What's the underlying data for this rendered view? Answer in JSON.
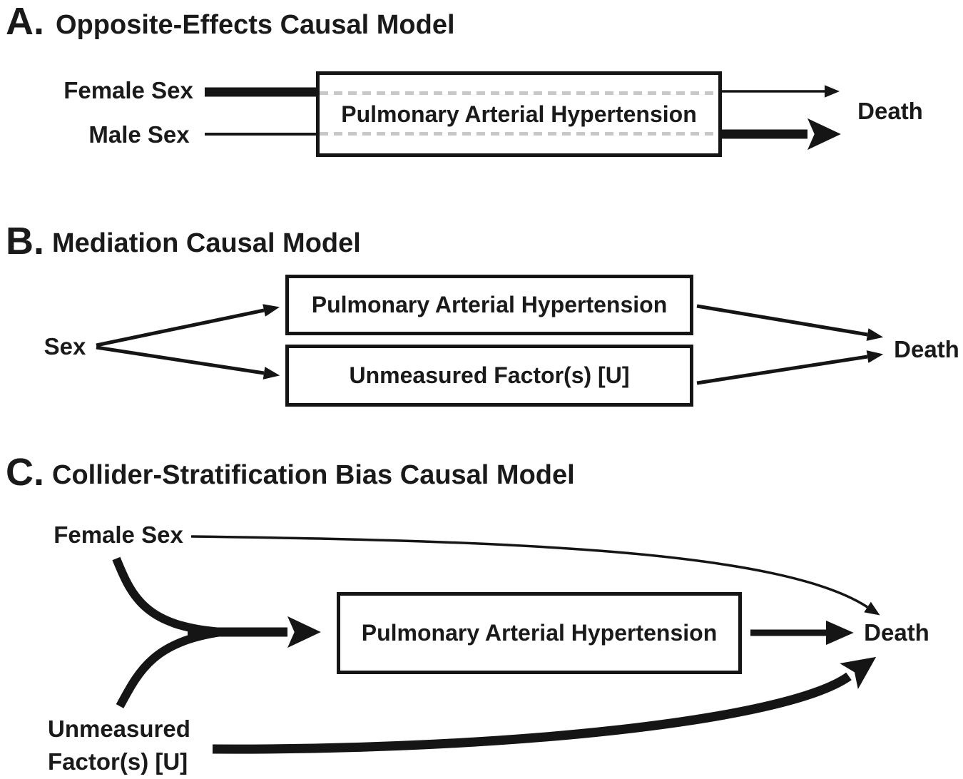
{
  "panels": {
    "a": {
      "letter": "A.",
      "title": "Opposite-Effects Causal Model",
      "label_female": "Female Sex",
      "label_male": "Male Sex",
      "box_label": "Pulmonary Arterial Hypertension",
      "label_death": "Death"
    },
    "b": {
      "letter": "B.",
      "title": "Mediation Causal Model",
      "label_sex": "Sex",
      "box_pah_label": "Pulmonary Arterial Hypertension",
      "box_unmeasured_label": "Unmeasured Factor(s) [U]",
      "label_death": "Death"
    },
    "c": {
      "letter": "C.",
      "title": "Collider-Stratification Bias Causal Model",
      "label_female": "Female Sex",
      "label_unmeasured_line1": "Unmeasured",
      "label_unmeasured_line2": "Factor(s) [U]",
      "box_label": "Pulmonary Arterial Hypertension",
      "label_death": "Death"
    }
  },
  "colors": {
    "ink": "#151515",
    "dashed_line": "#c8c8c8",
    "background": "#ffffff"
  }
}
